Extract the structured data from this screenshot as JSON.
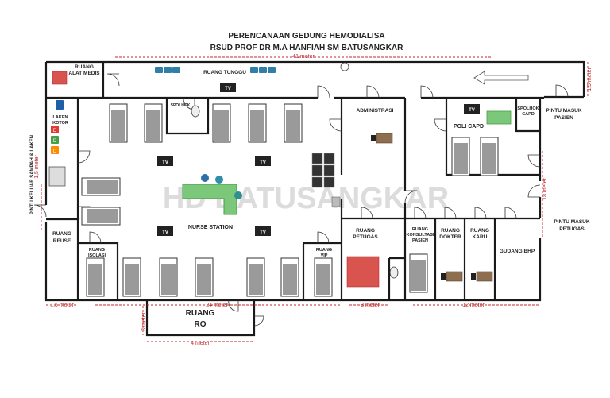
{
  "title": {
    "line1": "PERENCANAAN GEDUNG HEMODIALISA",
    "line2": "RSUD PROF DR M.A HANFIAH SM BATUSANGKAR"
  },
  "watermark": "HD BATUSANGKAR",
  "rooms": {
    "alat_medis": [
      "RUANG",
      "ALAT MEDIS"
    ],
    "tunggu": "RUANG TUNGGU",
    "spolhok": "SPOLHOK",
    "laken_kotor": [
      "LAKEN",
      "KOTOR"
    ],
    "pintu_keluar": "PINTU KELUAR SAMPAH & LAKEN",
    "administrasi": "ADMINISTRASI",
    "poli_capd": "POLI CAPD",
    "spolhok_capd": [
      "SPOLHOK",
      "CAPD"
    ],
    "pintu_masuk_pasien": [
      "PINTU MASUK",
      "PASIEN"
    ],
    "pintu_masuk_petugas": [
      "PINTU MASUK",
      "PETUGAS"
    ],
    "nurse_station": "NURSE STATION",
    "reuse": [
      "RUANG",
      "REUSE"
    ],
    "isolasi": [
      "RUANG",
      "ISOLASI"
    ],
    "vip": [
      "RUANG",
      "VIP"
    ],
    "petugas": [
      "RUANG",
      "PETUGAS"
    ],
    "konsultasi": [
      "RUANG",
      "KONSULTASI",
      "PASIEN"
    ],
    "dokter": [
      "RUANG",
      "DOKTER"
    ],
    "karu": [
      "RUANG",
      "KARU"
    ],
    "gudang_bhp": "GUDANG BHP",
    "ro": [
      "RUANG",
      "RO"
    ]
  },
  "tv_label": "TV",
  "waste_labels": [
    "D",
    "D",
    "D"
  ],
  "dimensions": {
    "top": "41 meter",
    "right_top": "1,5 meter",
    "right_mid": "18 meter",
    "left_vertical": "1,5 meter",
    "bottom_left": "1,5 meter",
    "bottom_mid": "24 meter",
    "bottom_3m": "3 meter",
    "bottom_right": "12 meter",
    "ro_vertical": "3 meter",
    "ro_bottom": "4 meter"
  },
  "colors": {
    "wall": "#1a1a1a",
    "dimension": "#c0282d",
    "bed": "#9a9a9a",
    "chair": "#2f7fa8",
    "cabinet": "#d9534f",
    "nurse_desk": "#7cc87a"
  },
  "icons": [
    "bed-icon",
    "tv-icon",
    "chair-icon",
    "toilet-icon",
    "sink-icon",
    "desk-icon",
    "cabinet-icon",
    "arrow-left-icon"
  ]
}
